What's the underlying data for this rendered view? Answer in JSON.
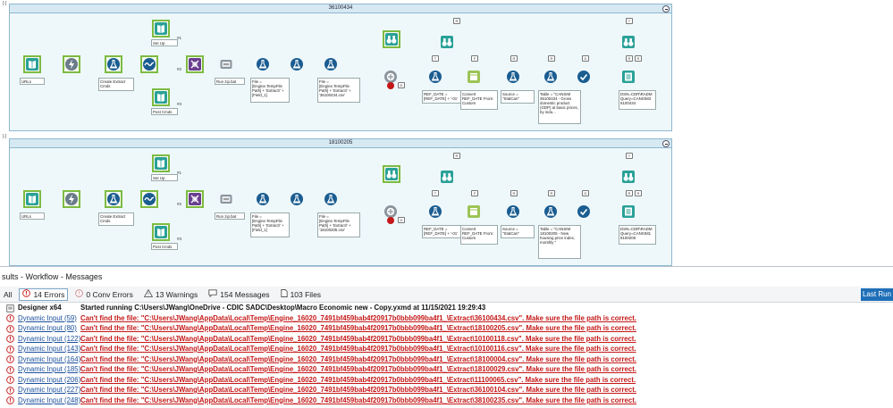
{
  "canvas": {
    "gutter_marks": [
      "[-]",
      "[-]"
    ],
    "containers": [
      {
        "title": "36100434",
        "port_labels": [
          "#1",
          "#2",
          "#3"
        ],
        "anchors": [
          "R",
          "D",
          "T",
          "F",
          "R",
          "R",
          "D",
          "T",
          "R",
          "R"
        ],
        "notes": {
          "urls": "URLs",
          "create_extract": "Create Extract Cmds",
          "set_up": "Set Up Cmds",
          "post": "Post Cmds",
          "run_zip": "Run zip.bat",
          "file1": "File = [Engine.TempFile Path] + 'Extract\\' + [Field_1]",
          "file2": "File = [Engine.TempFile Path] + 'Extract\\' + '36100434.csv'",
          "ref_date": "REF_DATE = [REF_DATE] + '-01'",
          "convert": "Convert REF_DATE From: Custom",
          "source": "Source = \"StatCan\"",
          "table": "Table = \"CANSIM 36100434 - Gross domestic product (GDP) at basic prices, by indu...",
          "dsn": "DSN=CDR\\RADM Query=CANSIM3 6100434"
        }
      },
      {
        "title": "18100205",
        "port_labels": [
          "#1",
          "#2",
          "#3"
        ],
        "anchors": [
          "R",
          "D",
          "T",
          "F",
          "R",
          "R",
          "D",
          "T",
          "R",
          "R"
        ],
        "notes": {
          "urls": "URLs",
          "create_extract": "Create Extract Cmds",
          "set_up": "Set Up Cmds",
          "post": "Post Cmds",
          "run_zip": "Run zip.bat",
          "file1": "File = [Engine.TempFile Path] + 'Extract\\' + [Field_1]",
          "file2": "File = [Engine.TempFile Path] + 'Extract\\' + '18100205.csv'",
          "ref_date": "REF_DATE = [REF_DATE] + '-01'",
          "convert": "Convert REF_DATE From: Custom",
          "source": "Source = \"StatCan\"",
          "table": "Table = \"CANSIM 18100205 - New housing price index, monthly \"",
          "dsn": "DSN=CDR\\RADM Query=CANSIM1 8100205"
        }
      }
    ]
  },
  "results": {
    "title": "sults - Workflow - Messages",
    "toolbar": {
      "all": "All",
      "errors": "14 Errors",
      "conv_errors": "0 Conv Errors",
      "warnings": "13 Warnings",
      "messages": "154 Messages",
      "files": "103 Files",
      "last_run": "Last Run"
    },
    "header": {
      "source": "Designer x64",
      "text": "Started running C:\\Users\\JWang\\OneDrive - CDIC SADC\\Desktop\\Macro Economic new - Copy.yxmd at 11/15/2021 19:29:43"
    },
    "rows": [
      {
        "source": "Dynamic Input (59)",
        "text": "Can't find the file: \"C:\\Users\\JWang\\AppData\\Local\\Temp\\Engine_16020_7491bf459bab4f20917b0bbb099ba4f1_\\Extract\\36100434.csv\". Make sure the file path is correct."
      },
      {
        "source": "Dynamic Input (80)",
        "text": "Can't find the file: \"C:\\Users\\JWang\\AppData\\Local\\Temp\\Engine_16020_7491bf459bab4f20917b0bbb099ba4f1_\\Extract\\18100205.csv\". Make sure the file path is correct."
      },
      {
        "source": "Dynamic Input (122)",
        "text": "Can't find the file: \"C:\\Users\\JWang\\AppData\\Local\\Temp\\Engine_16020_7491bf459bab4f20917b0bbb099ba4f1_\\Extract\\10100118.csv\". Make sure the file path is correct."
      },
      {
        "source": "Dynamic Input (143)",
        "text": "Can't find the file: \"C:\\Users\\JWang\\AppData\\Local\\Temp\\Engine_16020_7491bf459bab4f20917b0bbb099ba4f1_\\Extract\\10100116.csv\". Make sure the file path is correct."
      },
      {
        "source": "Dynamic Input (164)",
        "text": "Can't find the file: \"C:\\Users\\JWang\\AppData\\Local\\Temp\\Engine_16020_7491bf459bab4f20917b0bbb099ba4f1_\\Extract\\18100004.csv\". Make sure the file path is correct."
      },
      {
        "source": "Dynamic Input (185)",
        "text": "Can't find the file: \"C:\\Users\\JWang\\AppData\\Local\\Temp\\Engine_16020_7491bf459bab4f20917b0bbb099ba4f1_\\Extract\\18100029.csv\". Make sure the file path is correct."
      },
      {
        "source": "Dynamic Input (206)",
        "text": "Can't find the file: \"C:\\Users\\JWang\\AppData\\Local\\Temp\\Engine_16020_7491bf459bab4f20917b0bbb099ba4f1_\\Extract\\11100065.csv\". Make sure the file path is correct."
      },
      {
        "source": "Dynamic Input (227)",
        "text": "Can't find the file: \"C:\\Users\\JWang\\AppData\\Local\\Temp\\Engine_16020_7491bf459bab4f20917b0bbb099ba4f1_\\Extract\\36100104.csv\". Make sure the file path is correct."
      },
      {
        "source": "Dynamic Input (248)",
        "text": "Can't find the file: \"C:\\Users\\JWang\\AppData\\Local\\Temp\\Engine_16020_7491bf459bab4f20917b0bbb099ba4f1_\\Extract\\38100235.csv\". Make sure the file path is correct."
      }
    ]
  },
  "colors": {
    "tool_border": "#7dbb42",
    "container_fill": "#eef8fb",
    "error_red": "#c41818",
    "link_blue": "#1a4f9c",
    "last_run_button": "#1f6fb8",
    "formula_blue": "#1b5d91",
    "browse_teal": "#2aa198"
  },
  "icons": [
    "book-icon",
    "lightning-icon",
    "flask-icon",
    "wave-icon",
    "union-icon",
    "bat-file-icon",
    "binoculars-icon",
    "dynamic-input-icon",
    "checkmark-icon",
    "datetime-icon",
    "output-icon",
    "error-circle-icon",
    "warning-icon",
    "message-icon",
    "file-icon"
  ]
}
